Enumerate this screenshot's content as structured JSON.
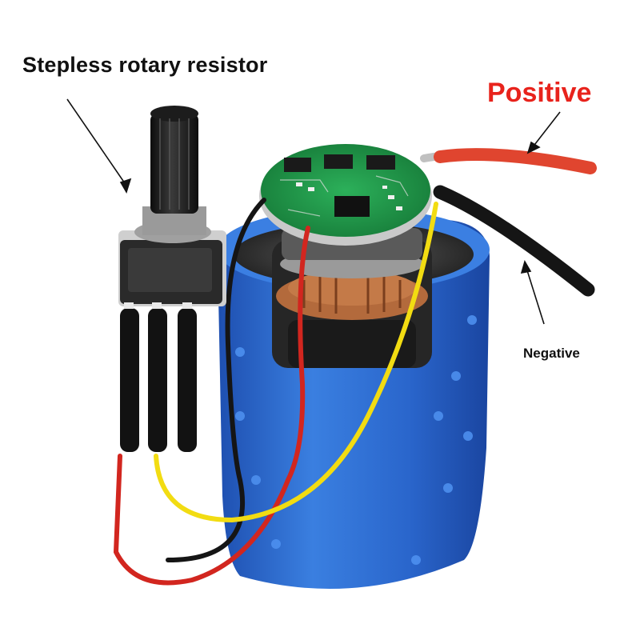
{
  "labels": {
    "resistor": "Stepless rotary resistor",
    "positive": "Positive",
    "negative": "Negative"
  },
  "colors": {
    "positive_text": "#e8231c",
    "label_text": "#111111",
    "housing": "#2f6fd0",
    "pcb": "#1f9a4a",
    "wire_red": "#d2261f",
    "wire_black": "#151515",
    "wire_yellow": "#f2dc12"
  },
  "icons": [
    "rotary-potentiometer-icon",
    "motor-driver-board-icon",
    "blue-motor-housing-icon"
  ]
}
